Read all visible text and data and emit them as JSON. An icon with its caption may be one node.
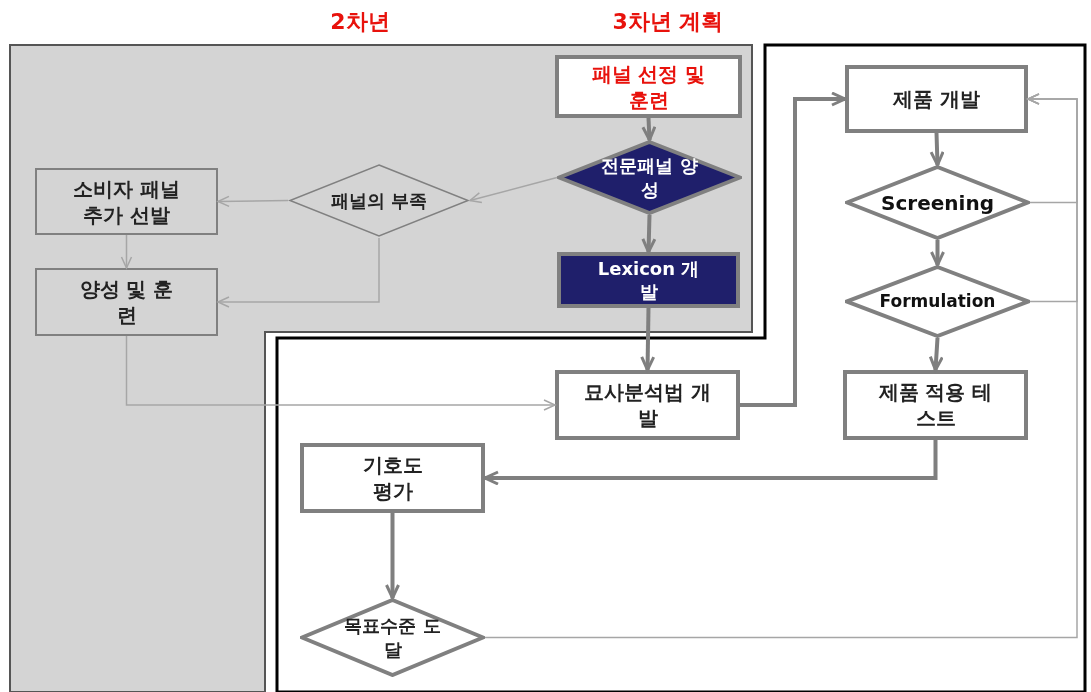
{
  "diagram": {
    "nodes": [
      {
        "text": [
          "2차년"
        ]
      },
      {
        "text": [
          "3차년 계획"
        ]
      },
      {
        "text": [
          "패널 선정 및 훈련"
        ],
        "in": 0
      },
      {
        "text": [
          "전문패널 양성"
        ],
        "in": 0
      },
      {
        "text": [
          "패널의 부족"
        ],
        "in": 0
      },
      {
        "text": [
          "소비자 패널 추가 선발"
        ],
        "in": 0
      },
      {
        "text": [
          "Lexicon 개발"
        ],
        "in": 0
      },
      {
        "text": [
          "양성 및 훈련"
        ],
        "in": 0
      },
      {
        "text": [
          "제품 개발"
        ],
        "in": 1
      },
      {
        "text": [
          "Screening"
        ],
        "in": 1
      },
      {
        "text": [
          "Formulation"
        ],
        "in": 1
      },
      {
        "text": [
          "묘사분석법 개발"
        ],
        "in": 1
      },
      {
        "text": [
          "제품 적용 테스트"
        ],
        "in": 1
      },
      {
        "text": [
          "기호도 평가"
        ],
        "in": 1
      },
      {
        "text": [
          "목표수준 도달"
        ],
        "in": 1
      }
    ],
    "edges": [
      {
        "from": 2,
        "to": 3,
        "arrow": "to"
      },
      {
        "from": 3,
        "to": 4,
        "arrow": "to",
        "color": "#a6a6a6"
      },
      {
        "from": 4,
        "to": 5,
        "arrow": "to",
        "color": "#a6a6a6"
      },
      {
        "from": 5,
        "to": 7,
        "arrow": "to",
        "color": "#a6a6a6"
      },
      {
        "from": 4,
        "to": 7,
        "arrow": "to",
        "color": "#a6a6a6"
      },
      {
        "from": 3,
        "to": 6,
        "arrow": "to"
      },
      {
        "from": 6,
        "to": 11,
        "arrow": "to"
      },
      {
        "from": 7,
        "to": 11,
        "arrow": "to",
        "color": "#a6a6a6"
      },
      {
        "from": 11,
        "to": 8,
        "arrow": "to"
      },
      {
        "from": 8,
        "to": 9,
        "arrow": "to"
      },
      {
        "from": 9,
        "to": 10,
        "arrow": "to"
      },
      {
        "from": 10,
        "to": 12,
        "arrow": "to"
      },
      {
        "from": 12,
        "to": 13,
        "arrow": "to"
      },
      {
        "from": 13,
        "to": 14,
        "arrow": "to"
      },
      {
        "from": 9,
        "to": 8,
        "arrow": "to",
        "color": "#a6a6a6"
      },
      {
        "from": 10,
        "to": 8,
        "arrow": "to",
        "color": "#a6a6a6"
      },
      {
        "from": 14,
        "to": 8,
        "arrow": "to",
        "color": "#a6a6a6"
      }
    ]
  }
}
